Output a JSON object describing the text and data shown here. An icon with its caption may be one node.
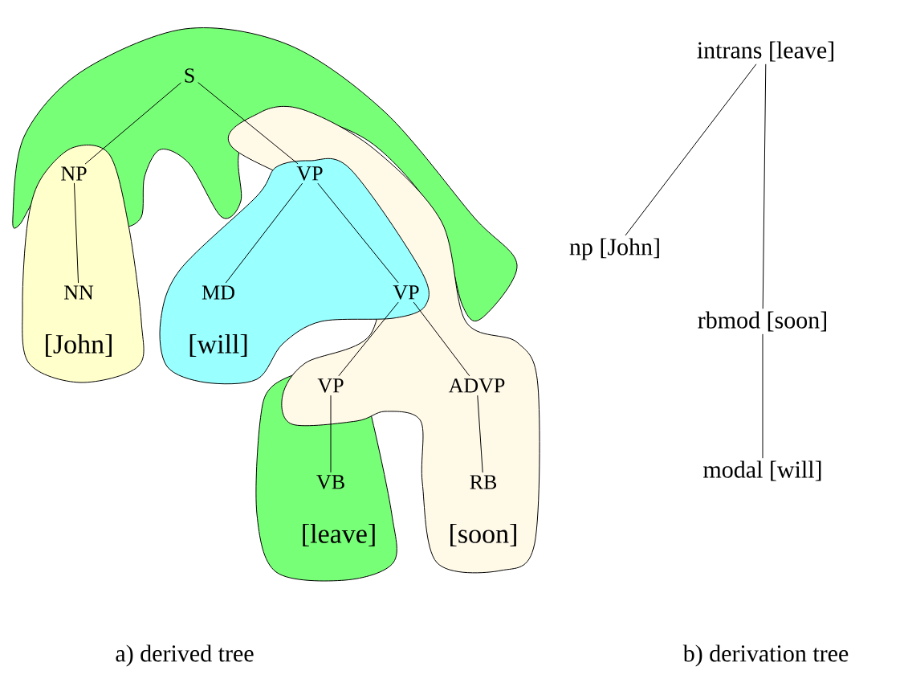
{
  "diagram": {
    "nodes": [
      {
        "text": [
          "S"
        ]
      },
      {
        "text": [
          "NP"
        ]
      },
      {
        "text": [
          "VP"
        ]
      },
      {
        "text": [
          "NN"
        ],
        "beside": [
          "[John]"
        ]
      },
      {
        "text": [
          "MD"
        ],
        "beside": [
          "[will]"
        ]
      },
      {
        "text": [
          "VP"
        ]
      },
      {
        "text": [
          "VP"
        ]
      },
      {
        "text": [
          "ADVP"
        ]
      },
      {
        "text": [
          "VB"
        ],
        "beside": [
          "[leave]"
        ]
      },
      {
        "text": [
          "RB"
        ],
        "beside": [
          "[soon]"
        ]
      },
      {
        "text": [
          "intrans [leave]"
        ]
      },
      {
        "text": [
          "np [John]"
        ]
      },
      {
        "text": [
          "rbmod [soon]"
        ]
      },
      {
        "text": [
          "modal [will]"
        ]
      }
    ],
    "edges": [
      {
        "from": 0,
        "to": 1,
        "arrow": "none"
      },
      {
        "from": 0,
        "to": 2,
        "arrow": "none"
      },
      {
        "from": 1,
        "to": 3,
        "arrow": "none"
      },
      {
        "from": 2,
        "to": 4,
        "arrow": "none"
      },
      {
        "from": 2,
        "to": 5,
        "arrow": "none"
      },
      {
        "from": 5,
        "to": 6,
        "arrow": "none"
      },
      {
        "from": 5,
        "to": 7,
        "arrow": "none"
      },
      {
        "from": 6,
        "to": 8,
        "arrow": "none"
      },
      {
        "from": 7,
        "to": 9,
        "arrow": "none"
      },
      {
        "from": 10,
        "to": 11,
        "arrow": "none"
      },
      {
        "from": 10,
        "to": 12,
        "arrow": "none"
      },
      {
        "from": 12,
        "to": 13,
        "arrow": "none"
      }
    ],
    "labels": [
      "a) derived tree",
      "b) derivation tree"
    ]
  }
}
